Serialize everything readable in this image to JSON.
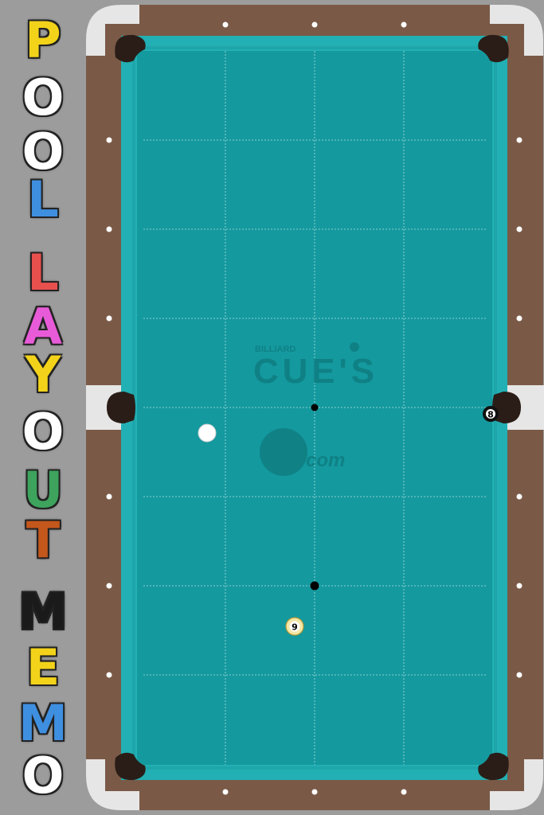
{
  "app": {
    "title_letters": [
      "P",
      "O",
      "O",
      "L",
      "L",
      "A",
      "Y",
      "O",
      "U",
      "T",
      "M",
      "E",
      "M",
      "O"
    ],
    "title_colors": [
      "#f2d31a",
      "#ffffff",
      "#ffffff",
      "#3f8fe0",
      "#e8504e",
      "#e85bd8",
      "#f2d31a",
      "#ffffff",
      "#3da35d",
      "#c4571b",
      "#1a1a1a",
      "#f2d31a",
      "#3f8fe0",
      "#ffffff"
    ]
  },
  "logo": {
    "small_text": "BILLIARD",
    "main_text": "CUE'S",
    "com_text": "com"
  },
  "balls": {
    "cue": {
      "label": "",
      "color": "#ffffff"
    },
    "eight": {
      "label": "8",
      "color": "#111111"
    },
    "nine": {
      "label": "9",
      "color": "#f4e7a6"
    }
  },
  "spots": {
    "count": 2
  },
  "colors": {
    "felt": "#14999e",
    "rail_wood": "#7a5a47",
    "cushion": "#22b0b4",
    "pocket": "#2a1d17",
    "frame": "#e6e6e6"
  }
}
